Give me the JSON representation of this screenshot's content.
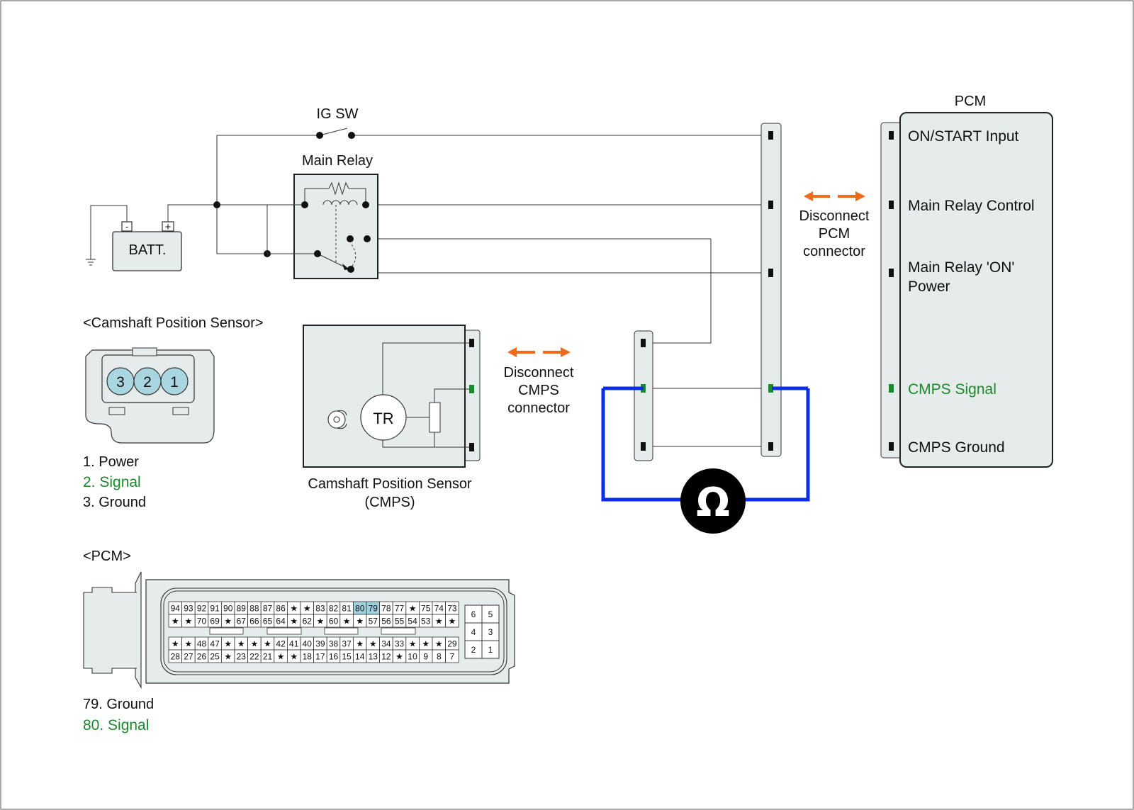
{
  "circuit": {
    "ig_sw_label": "IG SW",
    "main_relay_label": "Main Relay",
    "battery_label": "BATT.",
    "battery_minus": "-",
    "battery_plus": "+"
  },
  "pcm_block": {
    "title": "PCM",
    "terminals": [
      {
        "label": "ON/START Input",
        "color": "#111111"
      },
      {
        "label": "Main Relay Control",
        "color": "#111111"
      },
      {
        "label": "Main Relay 'ON'",
        "label2": "Power",
        "color": "#111111"
      },
      {
        "label": "CMPS Signal",
        "color": "#1a8a2a"
      },
      {
        "label": "CMPS Ground",
        "color": "#111111"
      }
    ]
  },
  "disconnect_pcm": {
    "line1": "Disconnect",
    "line2": "PCM",
    "line3": "connector"
  },
  "disconnect_cmps": {
    "line1": "Disconnect",
    "line2": "CMPS",
    "line3": "connector"
  },
  "sensor": {
    "inner_label": "TR",
    "caption_line1": "Camshaft Position Sensor",
    "caption_line2": "(CMPS)"
  },
  "meter": {
    "symbol": "Ω",
    "wire_color": "#0a2ee6"
  },
  "camshaft_connector": {
    "title": "<Camshaft Position Sensor>",
    "pins": [
      "3",
      "2",
      "1"
    ],
    "legend": [
      {
        "text": "1. Power",
        "color": "#111111"
      },
      {
        "text": "2. Signal",
        "color": "#1a8a2a"
      },
      {
        "text": "3. Ground",
        "color": "#111111"
      }
    ]
  },
  "pcm_connector": {
    "title": "<PCM>",
    "row1": [
      "94",
      "93",
      "92",
      "91",
      "90",
      "89",
      "88",
      "87",
      "86",
      "★",
      "★",
      "83",
      "82",
      "81",
      "80",
      "79",
      "78",
      "77",
      "★",
      "75",
      "74",
      "73"
    ],
    "row2": [
      "★",
      "★",
      "70",
      "69",
      "★",
      "67",
      "66",
      "65",
      "64",
      "★",
      "62",
      "★",
      "60",
      "★",
      "★",
      "57",
      "56",
      "55",
      "54",
      "53",
      "★",
      "★"
    ],
    "row3": [
      "★",
      "★",
      "48",
      "47",
      "★",
      "★",
      "★",
      "★",
      "42",
      "41",
      "40",
      "39",
      "38",
      "37",
      "★",
      "★",
      "34",
      "33",
      "★",
      "★",
      "★",
      "29"
    ],
    "row4": [
      "28",
      "27",
      "26",
      "25",
      "★",
      "23",
      "22",
      "21",
      "★",
      "★",
      "18",
      "17",
      "16",
      "15",
      "14",
      "13",
      "12",
      "★",
      "10",
      "9",
      "8",
      "7"
    ],
    "small_block": [
      "6",
      "5",
      "4",
      "3",
      "2",
      "1"
    ],
    "highlight": [
      "80",
      "79"
    ],
    "legend": [
      {
        "text": "79. Ground",
        "color": "#111111"
      },
      {
        "text": "80. Signal",
        "color": "#1a8a2a"
      }
    ]
  },
  "colors": {
    "arrow": "#ee6a1c",
    "signal_green": "#1a8a2a",
    "panel_fill": "#e6eceb",
    "highlight_fill": "#9fd1dd"
  }
}
